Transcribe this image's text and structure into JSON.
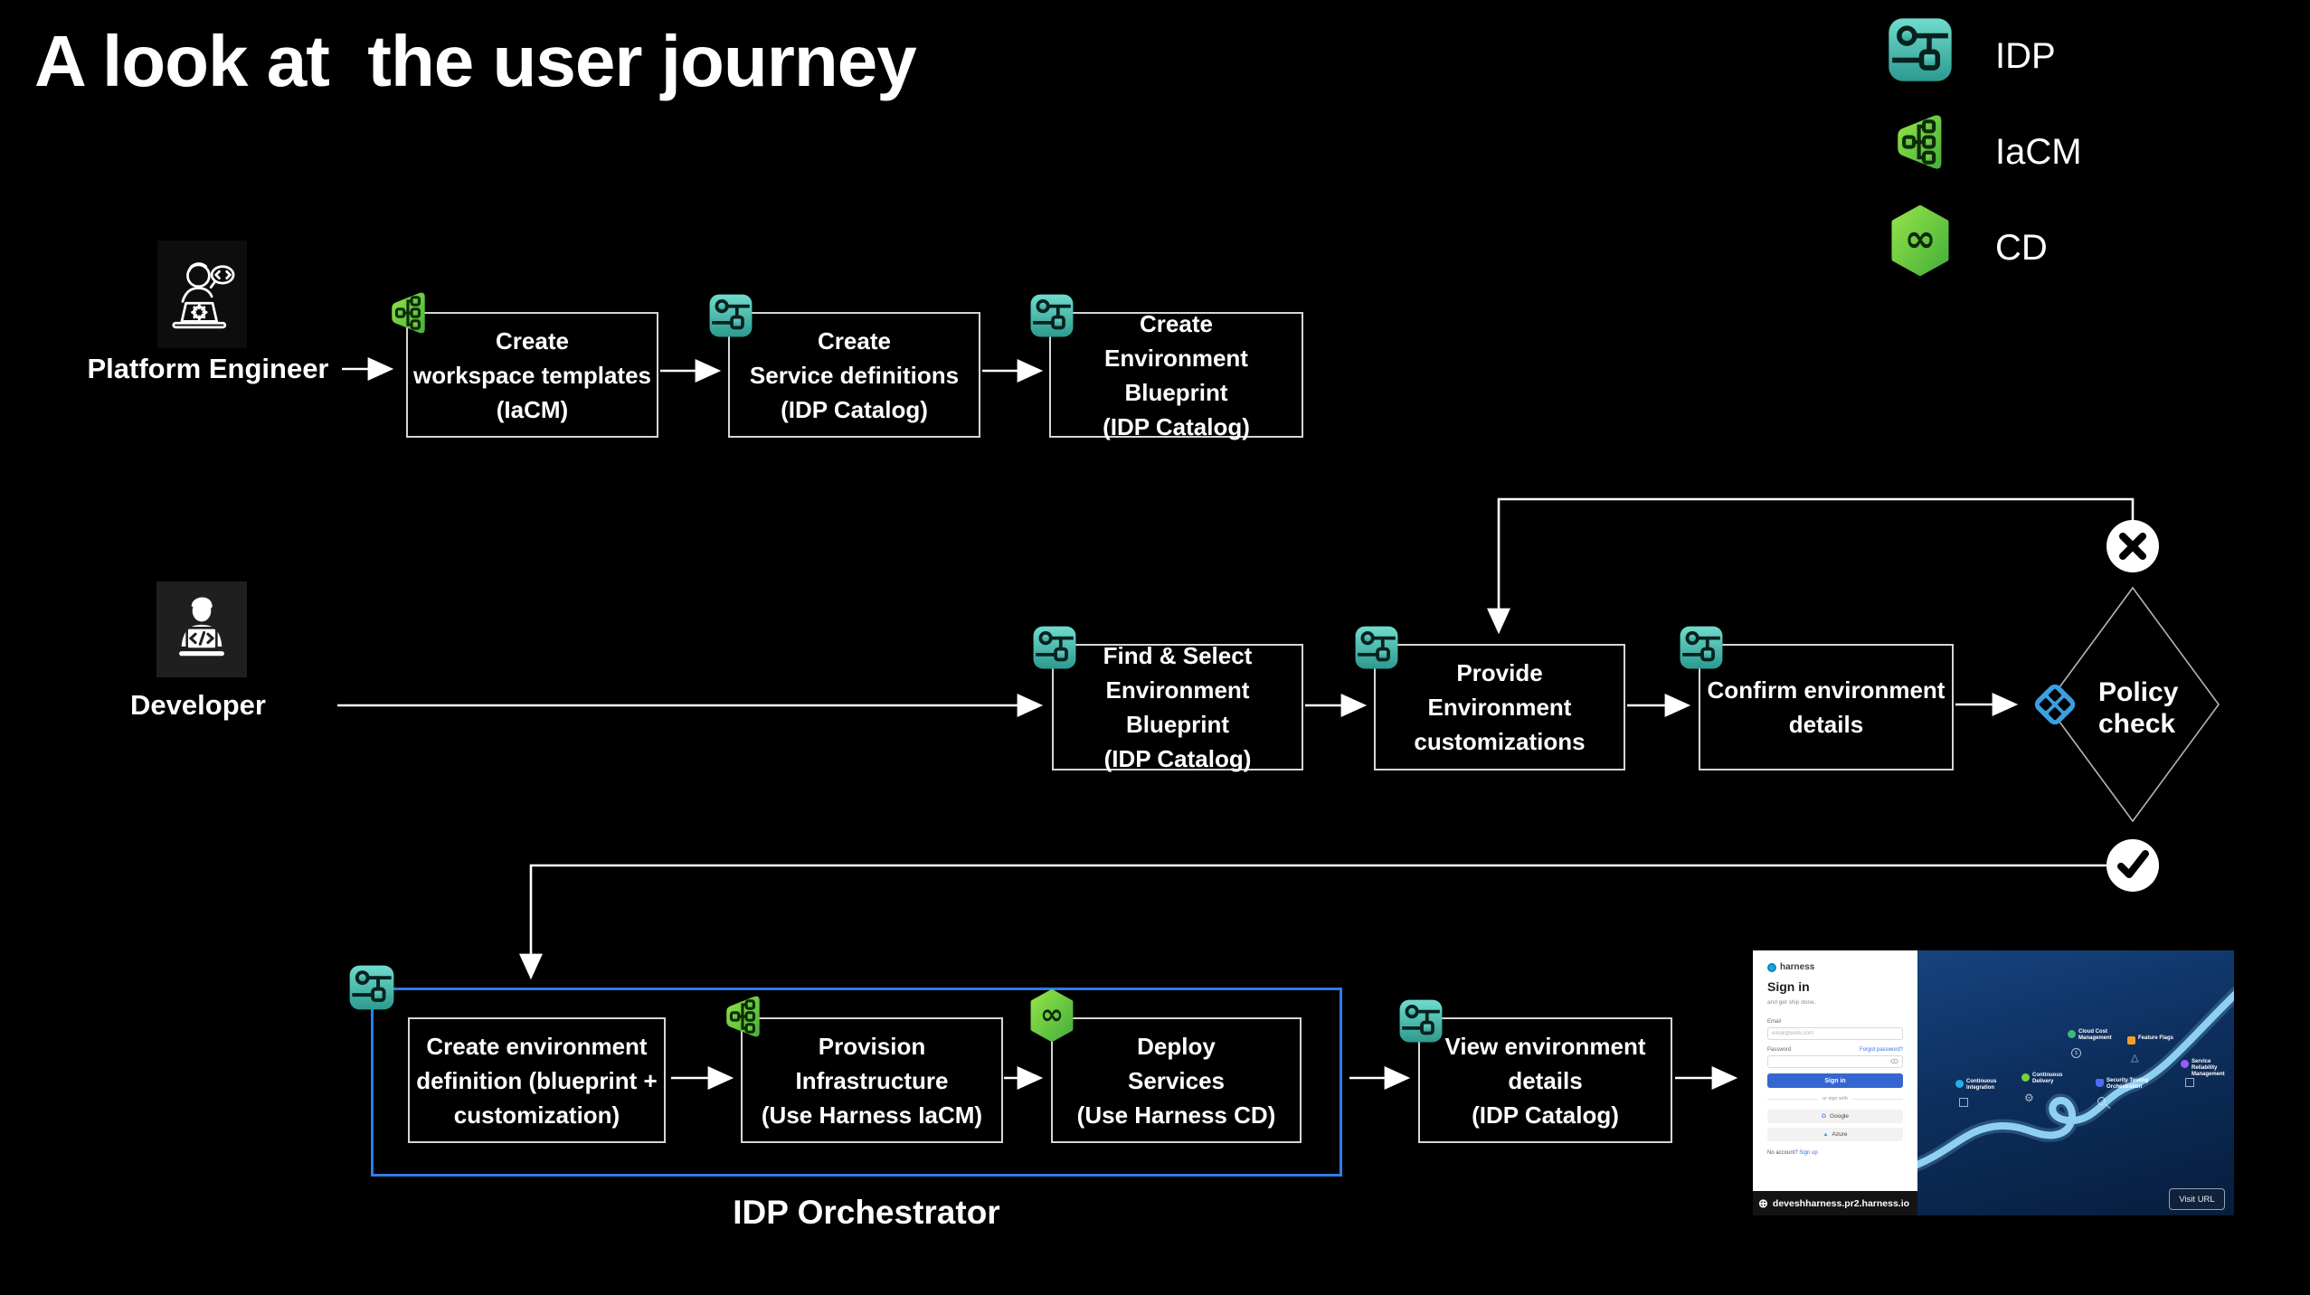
{
  "title": "A look at  the user journey",
  "legend": {
    "items": [
      {
        "icon": "idp-icon",
        "label": "IDP"
      },
      {
        "icon": "iacm-icon",
        "label": "IaCM"
      },
      {
        "icon": "cd-icon",
        "label": "CD"
      }
    ]
  },
  "actors": {
    "platform_engineer": "Platform Engineer",
    "developer": "Developer"
  },
  "flow": {
    "row1": {
      "box1": "Create\nworkspace templates\n(IaCM)",
      "box2": "Create\nService definitions\n(IDP Catalog)",
      "box3": "Create\nEnvironment Blueprint\n(IDP Catalog)"
    },
    "row2": {
      "box1": "Find & Select\nEnvironment Blueprint\n(IDP Catalog)",
      "box2": "Provide\nEnvironment\ncustomizations",
      "box3": "Confirm environment\ndetails",
      "decision": "Policy\ncheck"
    },
    "row3": {
      "box1": "Create environment\ndefinition (blueprint +\ncustomization)",
      "box2": "Provision\nInfrastructure\n(Use Harness IaCM)",
      "box3": "Deploy\nServices\n(Use Harness CD)",
      "container_label": "IDP Orchestrator",
      "box4": "View environment\ndetails\n(IDP Catalog)"
    }
  },
  "screenshot": {
    "brand": "harness",
    "heading": "Sign in",
    "tagline": "and get ship done.",
    "email_label": "Email",
    "email_placeholder": "email@work.com",
    "password_label": "Password",
    "forgot_link": "Forgot password?",
    "signin_button": "Sign in",
    "divider": "or sign with",
    "google_button": "Google",
    "azure_button": "Azure",
    "no_account": "No account? ",
    "signup_link": "Sign up",
    "url": "deveshharness.pr2.harness.io",
    "visit_button": "Visit URL",
    "modules": [
      {
        "label": "Continuous\nIntegration",
        "color": "#29aee4"
      },
      {
        "label": "Continuous\nDelivery",
        "color": "#77d13f"
      },
      {
        "label": "Cloud Cost\nManagement",
        "color": "#3fb97a"
      },
      {
        "label": "Feature Flags",
        "color": "#f5a02e"
      },
      {
        "label": "Security Testing\nOrchestration",
        "color": "#4f6bf0"
      },
      {
        "label": "Service Reliability\nManagement",
        "color": "#9a5cff"
      }
    ]
  },
  "colors": {
    "background": "#000000",
    "box_border": "#d6d6d6",
    "orchestrator_blue": "#2e7de9",
    "idp_teal": "#45b8ab",
    "harness_green": "#5fc53a",
    "policy_blue": "#3aa0e0",
    "signin_button_blue": "#3667d1"
  }
}
